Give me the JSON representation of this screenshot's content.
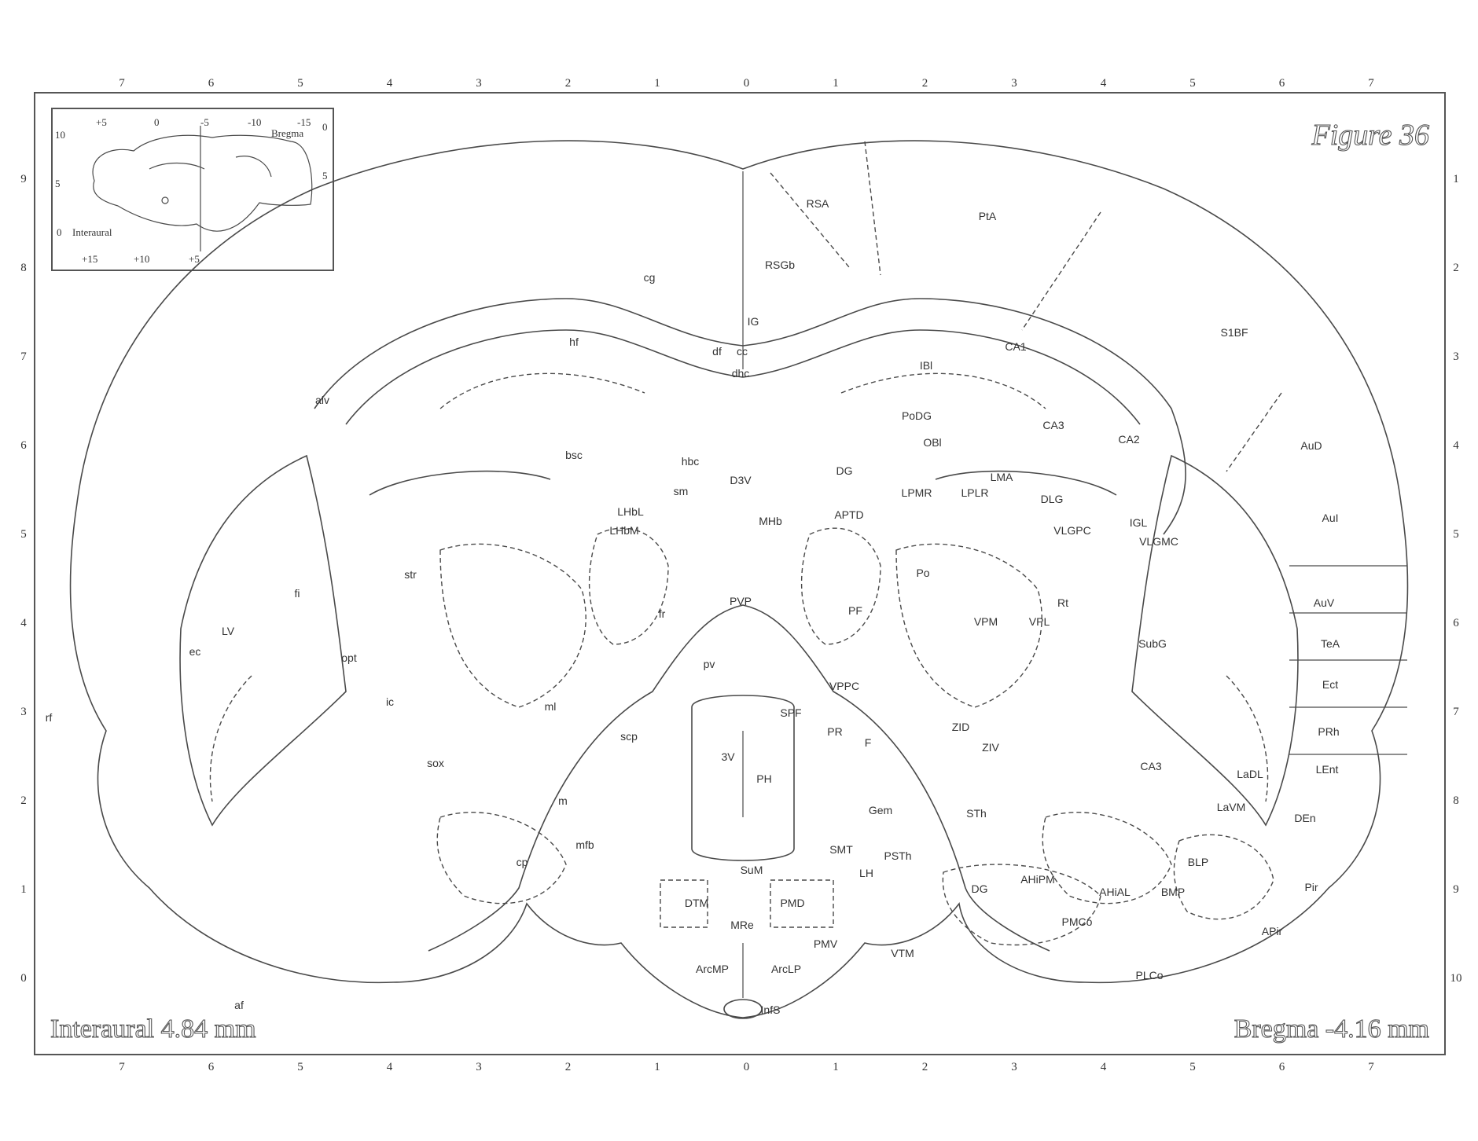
{
  "figure": {
    "title": "Figure 36",
    "interaural_label": "Interaural 4.84 mm",
    "bregma_label": "Bregma -4.16 mm"
  },
  "axes": {
    "top_ticks": [
      "7",
      "6",
      "5",
      "4",
      "3",
      "2",
      "1",
      "0",
      "1",
      "2",
      "3",
      "4",
      "5",
      "6",
      "7"
    ],
    "bottom_ticks": [
      "7",
      "6",
      "5",
      "4",
      "3",
      "2",
      "1",
      "0",
      "1",
      "2",
      "3",
      "4",
      "5",
      "6",
      "7"
    ],
    "left_ticks": [
      "9",
      "8",
      "7",
      "6",
      "5",
      "4",
      "3",
      "2",
      "1",
      "0"
    ],
    "right_ticks": [
      "1",
      "2",
      "3",
      "4",
      "5",
      "6",
      "7",
      "8",
      "9",
      "10"
    ]
  },
  "inset": {
    "top_scale": [
      "+5",
      "0",
      "-5",
      "-10",
      "-15"
    ],
    "bottom_scale": [
      "+15",
      "+10",
      "+5"
    ],
    "left_scale": [
      "10",
      "5",
      "0"
    ],
    "right_scale": [
      "0",
      "5"
    ],
    "bregma": "Bregma",
    "interaural": "Interaural"
  },
  "regions": {
    "RSA": "RSA",
    "PtA": "PtA",
    "RSGb": "RSGb",
    "S1BF": "S1BF",
    "cg": "cg",
    "IG": "IG",
    "hf": "hf",
    "df": "df",
    "cc": "cc",
    "dhc": "dhc",
    "CA1": "CA1",
    "IBl": "IBl",
    "PoDG": "PoDG",
    "CA3_top": "CA3",
    "CA2": "CA2",
    "OBl": "OBl",
    "alv": "alv",
    "AuD": "AuD",
    "bsc": "bsc",
    "hbc": "hbc",
    "D3V": "D3V",
    "DG_top": "DG",
    "LPMR": "LPMR",
    "LPLR": "LPLR",
    "LMA": "LMA",
    "DLG": "DLG",
    "sm": "sm",
    "LHbL": "LHbL",
    "LHbM": "LHbM",
    "MHb": "MHb",
    "APTD": "APTD",
    "VLGPC": "VLGPC",
    "IGL": "IGL",
    "VLGMC": "VLGMC",
    "AuI": "AuI",
    "str": "str",
    "fi": "fi",
    "Po": "Po",
    "PVP": "PVP",
    "PF": "PF",
    "fr": "fr",
    "VPM": "VPM",
    "VPL": "VPL",
    "Rt": "Rt",
    "AuV": "AuV",
    "LV": "LV",
    "opt": "opt",
    "ec": "ec",
    "SubG": "SubG",
    "TeA": "TeA",
    "pv": "pv",
    "VPPC": "VPPC",
    "ic": "ic",
    "ml": "ml",
    "SPF": "SPF",
    "Ect": "Ect",
    "rf": "rf",
    "scp": "scp",
    "PR": "PR",
    "F": "F",
    "ZID": "ZID",
    "ZIV": "ZIV",
    "PRh": "PRh",
    "sox": "sox",
    "3V": "3V",
    "PH": "PH",
    "CA3_bottom": "CA3",
    "LaDL": "LaDL",
    "LEnt": "LEnt",
    "m": "m",
    "Gem": "Gem",
    "STh": "STh",
    "LaVM": "LaVM",
    "DEn": "DEn",
    "mfb": "mfb",
    "SMT": "SMT",
    "cp": "cp",
    "SuM": "SuM",
    "LH": "LH",
    "PSTh": "PSTh",
    "BLP": "BLP",
    "AHiPM": "AHiPM",
    "DG_bottom": "DG",
    "AHiAL": "AHiAL",
    "BMP": "BMP",
    "Pir": "Pir",
    "DTM": "DTM",
    "PMD": "PMD",
    "MRe": "MRe",
    "PMCo": "PMCo",
    "PMV": "PMV",
    "VTM": "VTM",
    "APir": "APir",
    "ArcMP": "ArcMP",
    "ArcLP": "ArcLP",
    "PLCo": "PLCo",
    "InfS": "InfS",
    "af": "af"
  }
}
